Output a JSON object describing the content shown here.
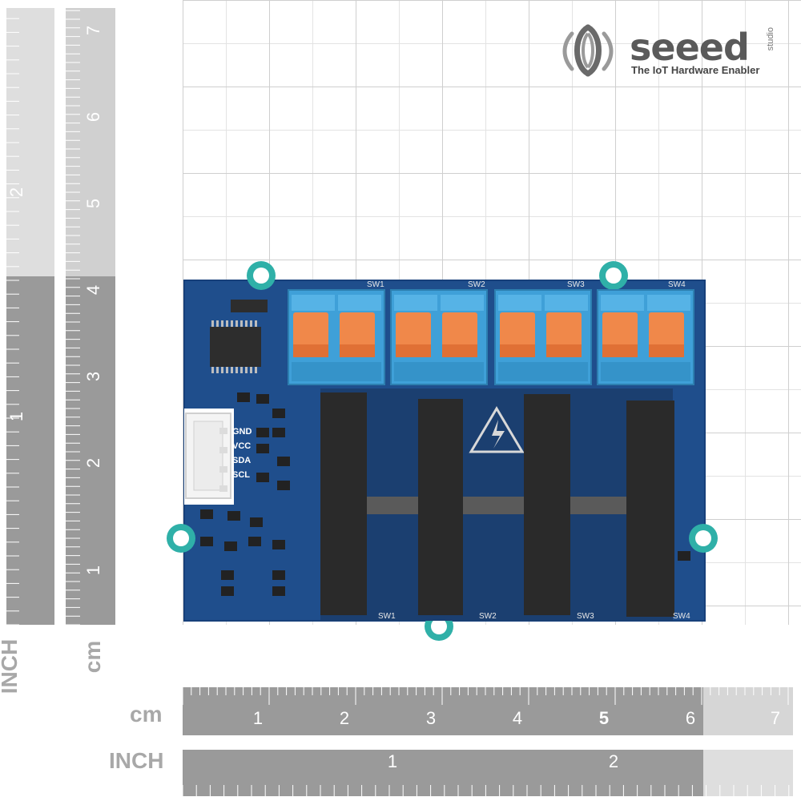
{
  "logo": {
    "brand": "seeed",
    "suffix": "studio",
    "tagline": "The IoT Hardware Enabler"
  },
  "rulers": {
    "cm_unit": "cm",
    "inch_unit": "INCH",
    "horizontal_cm_ticks": [
      "1",
      "2",
      "3",
      "4",
      "5",
      "6",
      "7"
    ],
    "horizontal_inch_ticks": [
      "1",
      "2"
    ],
    "vertical_cm_ticks": [
      "1",
      "2",
      "3",
      "4",
      "5",
      "6",
      "7"
    ],
    "vertical_inch_ticks": [
      "1",
      "2"
    ]
  },
  "board": {
    "pin_labels": [
      "GND",
      "VCC",
      "SDA",
      "SCL"
    ],
    "top_switch_labels": [
      "SW1",
      "SW2",
      "SW3",
      "SW4"
    ],
    "bottom_switch_labels": [
      "SW1",
      "SW2",
      "SW3",
      "SW4"
    ],
    "colors": {
      "pcb": "#1f4e8c",
      "terminal_blue": "#3fa0d8",
      "terminal_orange": "#f0884a",
      "relay_black": "#2a2a2a",
      "mount_ring": "#2fb0a8"
    }
  }
}
